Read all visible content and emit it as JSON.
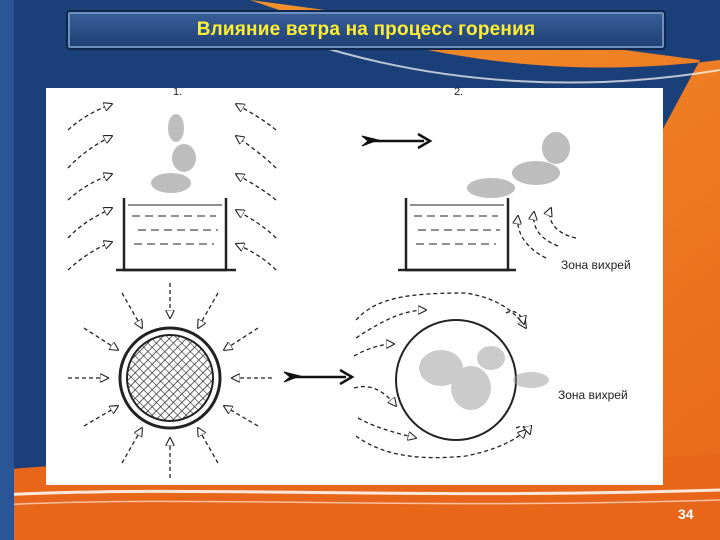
{
  "slide": {
    "title": "Влияние ветра на процесс горения",
    "page_number": "34",
    "colors": {
      "background_blue": "#1b3f78",
      "accent_orange": "#f07a1e",
      "title_text": "#ffee33"
    }
  },
  "figure": {
    "panel_labels": [
      "1.",
      "2."
    ],
    "vortex_zone_label_top": "Зона вихрей",
    "vortex_zone_label_bottom": "Зона вихрей"
  }
}
